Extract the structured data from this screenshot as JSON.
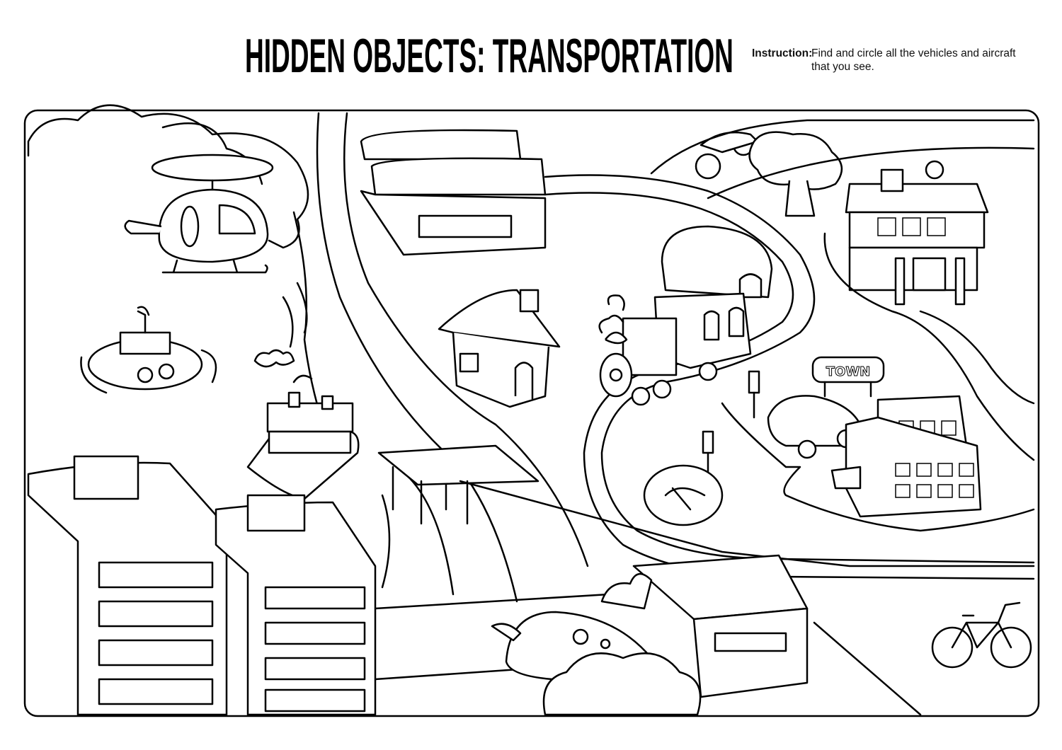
{
  "header": {
    "title": "HIDDEN OBJECTS: TRANSPORTATION",
    "instruction_label": "Instruction:",
    "instruction_text": "Find and circle all the vehicles and aircraft that you see."
  },
  "scene": {
    "town_sign": "TOWN"
  }
}
